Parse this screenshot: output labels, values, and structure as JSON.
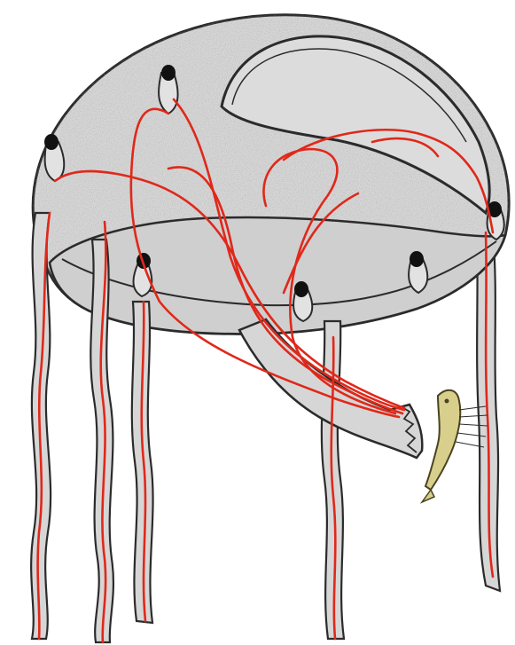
{
  "diagram": {
    "subject": "jellyfish-nerve-net-illustration",
    "colors": {
      "background": "#ffffff",
      "body_fill": "#d6d6d6",
      "inner_fill": "#dcdcdc",
      "outline": "#2b2b2b",
      "speckle": "#8a8a8a",
      "nerve": "#e0281a",
      "rhopalium": "#111111",
      "prey_fill": "#d8cf8c",
      "prey_outline": "#4a4320"
    },
    "parts": [
      "bell",
      "inner-chamber",
      "rhopalia",
      "tentacles",
      "manubrium",
      "nerve-pathways",
      "prey-fish"
    ]
  }
}
